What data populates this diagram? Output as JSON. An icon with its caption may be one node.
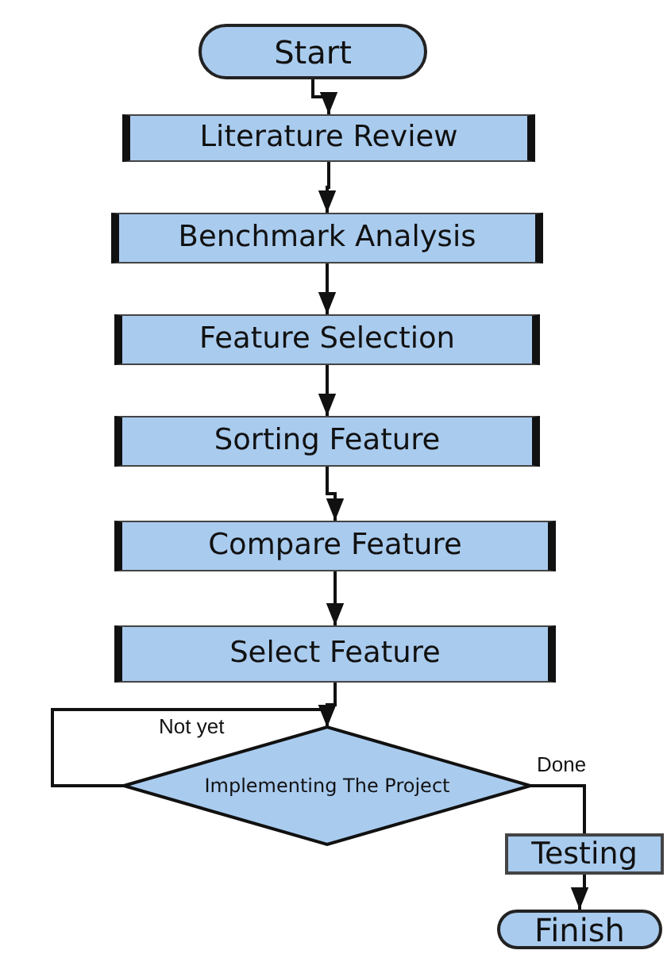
{
  "diagram": {
    "nodes": [
      {
        "text": [
          "Start"
        ]
      },
      {
        "text": [
          "Literature Review"
        ]
      },
      {
        "text": [
          "Benchmark Analysis"
        ]
      },
      {
        "text": [
          "Feature Selection"
        ]
      },
      {
        "text": [
          "Sorting Feature"
        ]
      },
      {
        "text": [
          "Compare Feature"
        ]
      },
      {
        "text": [
          "Select Feature"
        ]
      },
      {
        "text": [
          "Implementing The Project"
        ]
      },
      {
        "text": [
          "Testing"
        ]
      },
      {
        "text": [
          "Finish"
        ]
      }
    ],
    "edges": [
      {
        "from": 0,
        "to": 1,
        "arrow": "to"
      },
      {
        "from": 1,
        "to": 2,
        "arrow": "to"
      },
      {
        "from": 2,
        "to": 3,
        "arrow": "to"
      },
      {
        "from": 3,
        "to": 4,
        "arrow": "to"
      },
      {
        "from": 4,
        "to": 5,
        "arrow": "to"
      },
      {
        "from": 5,
        "to": 6,
        "arrow": "to"
      },
      {
        "from": 6,
        "to": 7,
        "arrow": "to"
      },
      {
        "from": 7,
        "to": 7,
        "label": "Not yet",
        "arrow": "to"
      },
      {
        "from": 7,
        "to": 8,
        "label": "Done",
        "arrow": "none"
      },
      {
        "from": 8,
        "to": 9,
        "arrow": "to"
      }
    ]
  }
}
